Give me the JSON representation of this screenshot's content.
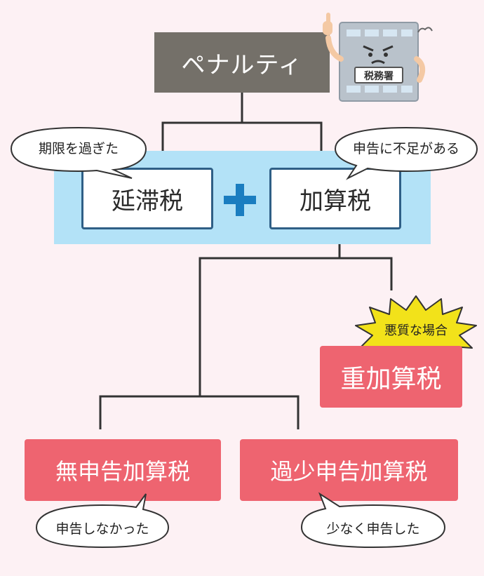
{
  "root": {
    "label": "ペナルティ"
  },
  "office": {
    "sign": "税務署"
  },
  "late_tax": {
    "label": "延滞税",
    "bubble": "期限を過ぎた"
  },
  "additional_tax": {
    "label": "加算税",
    "bubble": "申告に不足がある"
  },
  "heavy_tax": {
    "label": "重加算税",
    "burst": "悪質な場合"
  },
  "no_filing_tax": {
    "label": "無申告加算税",
    "bubble": "申告しなかった"
  },
  "under_filing_tax": {
    "label": "過少申告加算税",
    "bubble": "少なく申告した"
  },
  "colors": {
    "background": "#fdf1f4",
    "root_box": "#747069",
    "band": "#b3e2f7",
    "box_border": "#2f5f86",
    "plus": "#1a7dc0",
    "red_box": "#ee6470",
    "burst": "#f2e21a"
  }
}
